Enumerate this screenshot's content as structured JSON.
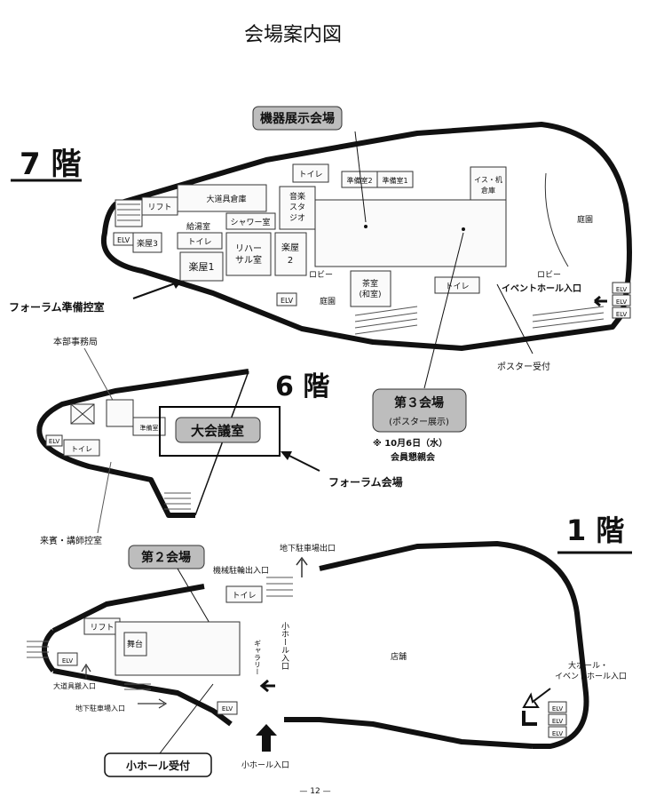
{
  "title": "会場案内図",
  "floors": {
    "f7": "7 階",
    "f6": "6 階",
    "f1": "1 階"
  },
  "labels7": {
    "exhibition": "機器展示会場",
    "forum_prep": "フォーラム準備控室",
    "gakuya1": "楽屋1",
    "gakuya2": "楽屋\n2",
    "gakuya3": "楽屋3",
    "rehearsal": "リハー\nサル室",
    "toilet": "トイレ",
    "shower": "シャワー室",
    "lift": "リフト",
    "elv": "ELV",
    "kyutoushitsu": "給湯室",
    "oodougu": "大道具倉庫",
    "studio": "音楽\nスタジオ",
    "junbi2": "準備室2",
    "junbi1": "準備室1",
    "isu": "イス・机\n倉庫",
    "teien": "庭園",
    "lobby": "ロビー",
    "sashitsu": "茶室\n(和室)",
    "event_hall": "イベントホール入口",
    "poster": "ポスター受付"
  },
  "labels6": {
    "hq": "本部事務局",
    "daikaigi": "大会議室",
    "forum_venue": "フォーラム会場",
    "guest": "来賓・講師控室",
    "toilet": "トイレ",
    "elv": "ELV",
    "junbi": "準備室",
    "third": "第３会場",
    "third_sub": "(ポスター展示)",
    "note": "※ 10月6日（水）",
    "note2": "会員懇親会"
  },
  "labels1": {
    "second": "第２会場",
    "kikai": "機械駐輪出入口",
    "chika_exit": "地下駐車場出口",
    "chika_entry": "地下駐車場入口",
    "lift": "リフト",
    "butai": "舞台",
    "toilet": "トイレ",
    "small_hall_entry": "小ホール入口",
    "small_hall_ent_v": "小ホール入口",
    "gallery": "ギャラリー",
    "shop": "店舗",
    "big_hall": "大ホール・\nイベントホール入口",
    "small_reception": "小ホール受付",
    "oodougu": "大道具搬入口",
    "page": "— 12 —"
  }
}
